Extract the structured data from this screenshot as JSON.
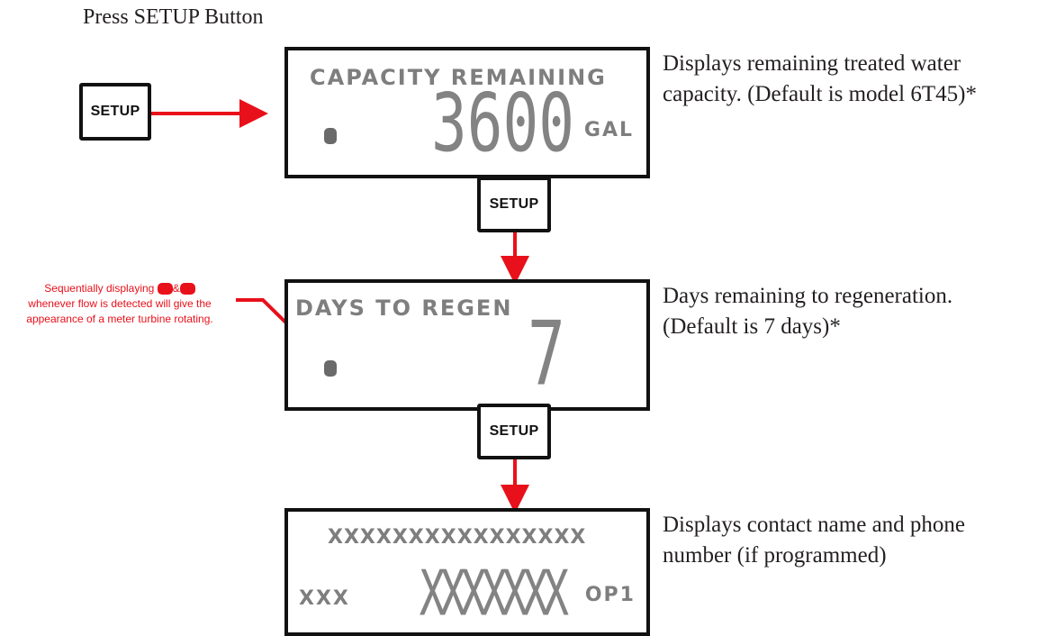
{
  "heading": "Press SETUP Button",
  "setup_label": "SETUP",
  "screens": [
    {
      "top_line": "CAPACITY REMAINING",
      "value": "3600",
      "unit": "GAL",
      "description": [
        "Displays remaining treated water",
        "capacity. (Default is model 6T45)*"
      ]
    },
    {
      "top_line": "DAYS TO REGEN",
      "value": "7",
      "description": [
        "Days remaining to regeneration.",
        "(Default is 7 days)*"
      ]
    },
    {
      "top_line": "XXXXXXXXXXXXXXXX",
      "left": "XXX",
      "value": "XXXXXXX",
      "unit": "OP1",
      "description": [
        "Displays contact name and phone",
        "number (if programmed)"
      ]
    }
  ],
  "note": {
    "line1_a": "Sequentially displaying",
    "line1_b": "&",
    "line2": "whenever flow is detected will give the",
    "line3": "appearance of a meter turbine rotating."
  },
  "colors": {
    "arrow": "#e8101a",
    "lcd_text": "#7e7e7e",
    "border": "#111111"
  }
}
